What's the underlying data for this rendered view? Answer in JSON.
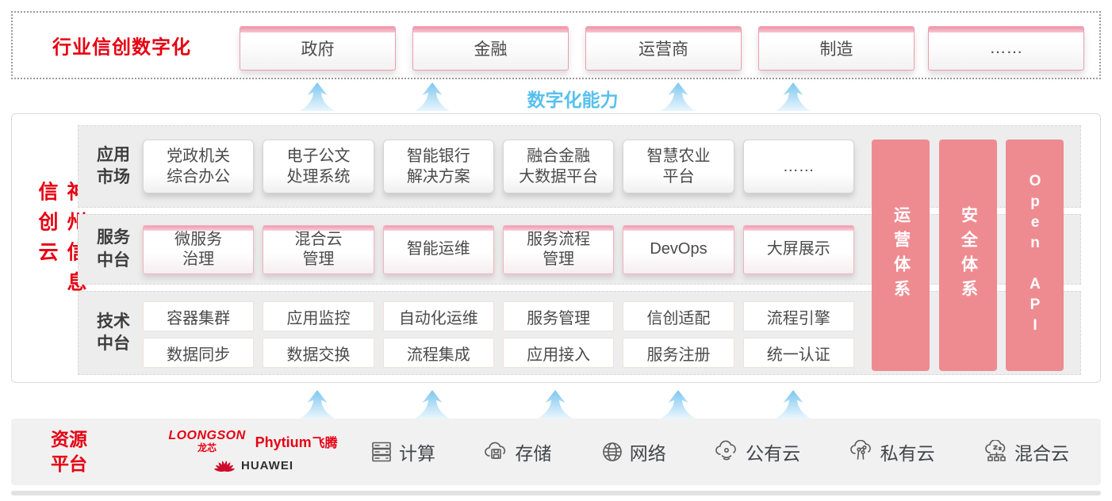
{
  "banner": {
    "title": "行业信创数字化",
    "industries": [
      "政府",
      "金融",
      "运营商",
      "制造",
      "……"
    ]
  },
  "capability": {
    "label": "数字化能力"
  },
  "cloud": {
    "vertical_title": "神州信息信创云",
    "rows": [
      {
        "label": "应用\n市场",
        "items": [
          "党政机关\n综合办公",
          "电子公文\n处理系统",
          "智能银行\n解决方案",
          "融合金融\n大数据平台",
          "智慧农业\n平台",
          "……"
        ]
      },
      {
        "label": "服务\n中台",
        "items": [
          "微服务\n治理",
          "混合云\n管理",
          "智能运维",
          "服务流程\n管理",
          "DevOps",
          "大屏展示"
        ]
      },
      {
        "label": "技术\n中台",
        "items_top": [
          "容器集群",
          "应用监控",
          "自动化运维",
          "服务管理",
          "信创适配",
          "流程引擎"
        ],
        "items_bottom": [
          "数据同步",
          "数据交换",
          "流程集成",
          "应用接入",
          "服务注册",
          "统一认证"
        ]
      }
    ],
    "pillars": [
      "运营体系",
      "安全体系",
      "Open API"
    ]
  },
  "resources": {
    "label": "资源\n平台",
    "vendors": {
      "loongson": {
        "name": "LOONGSON",
        "cn": "龙芯"
      },
      "phytium": {
        "name": "Phytium",
        "cn": "飞腾"
      },
      "huawei": {
        "name": "HUAWEI"
      }
    },
    "items": [
      {
        "icon": "compute-icon",
        "label": "计算"
      },
      {
        "icon": "storage-icon",
        "label": "存储"
      },
      {
        "icon": "network-icon",
        "label": "网络"
      },
      {
        "icon": "public-cloud-icon",
        "label": "公有云"
      },
      {
        "icon": "private-cloud-icon",
        "label": "私有云"
      },
      {
        "icon": "hybrid-cloud-icon",
        "label": "混合云"
      }
    ]
  },
  "icons": {
    "up_arrow": "up-arrow-icon",
    "huawei_flower": "huawei-flower-icon"
  },
  "colors": {
    "accent_red": "#e60012",
    "pillar_pink": "#ee8b91",
    "capability_blue": "#58c0ee",
    "box_pink_border": "#f0b3c2",
    "row_gray": "#ededed"
  }
}
